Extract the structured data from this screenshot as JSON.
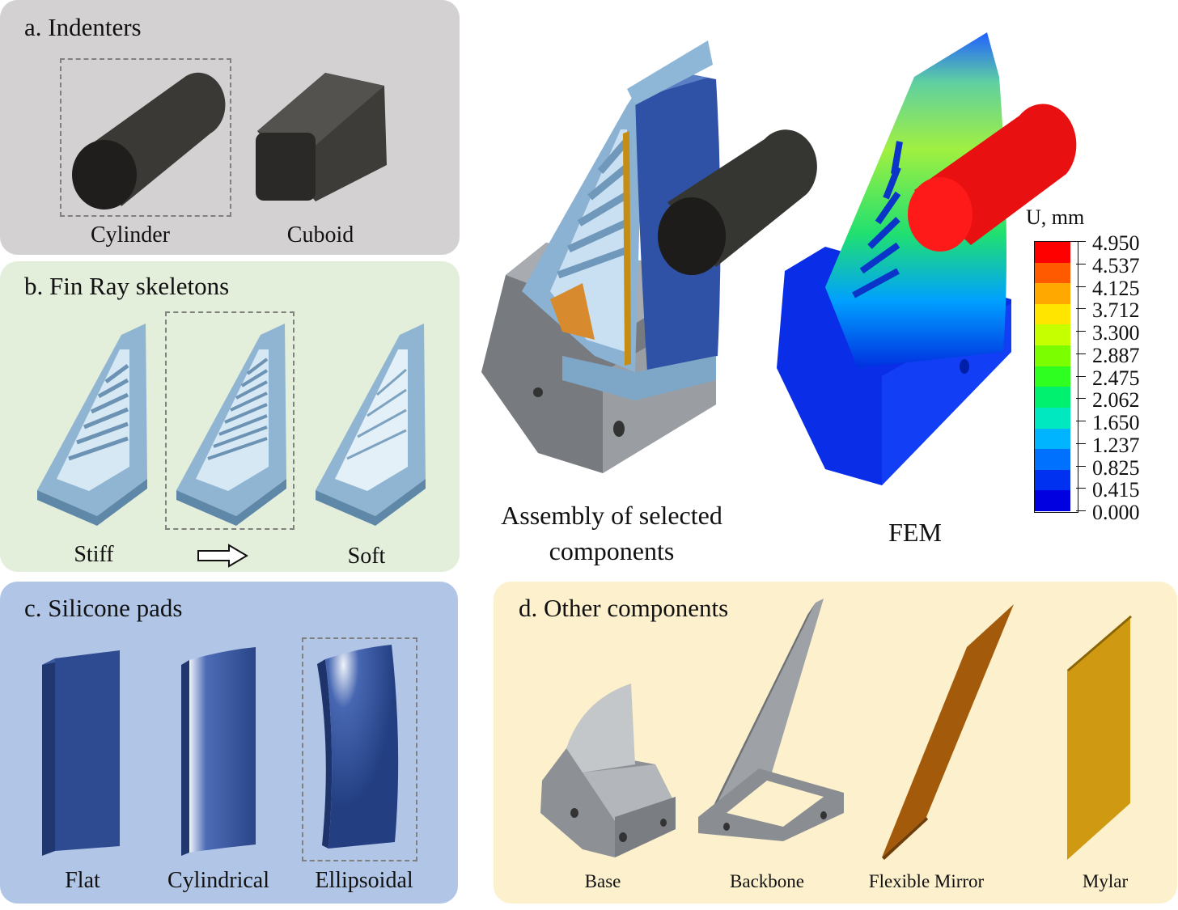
{
  "panels": {
    "a": {
      "title": "a. Indenters",
      "bg": "#d3d1d1",
      "items": [
        "Cylinder",
        "Cuboid"
      ]
    },
    "b": {
      "title": "b. Fin Ray skeletons",
      "bg": "#e3eedb",
      "items": [
        "Stiff",
        "Soft"
      ]
    },
    "c": {
      "title": "c. Silicone pads",
      "bg": "#b1c6e6",
      "items": [
        "Flat",
        "Cylindrical",
        "Ellipsoidal"
      ]
    },
    "d": {
      "title": "d. Other components",
      "bg": "#fdf0cd",
      "items": [
        "Base",
        "Backbone",
        "Flexible Mirror",
        "Mylar"
      ]
    }
  },
  "assembly": {
    "caption": "Assembly of selected components"
  },
  "fem": {
    "caption": "FEM",
    "legend_title": "U, mm",
    "ticks": [
      "4.950",
      "4.537",
      "4.125",
      "3.712",
      "3.300",
      "2.887",
      "2.475",
      "2.062",
      "1.650",
      "1.237",
      "0.825",
      "0.415",
      "0.000"
    ],
    "colors": [
      "#ff0000",
      "#ff5a00",
      "#ffa800",
      "#ffe500",
      "#c6ff00",
      "#7bff00",
      "#2eff20",
      "#00f070",
      "#00e8c0",
      "#00b4ff",
      "#0070ff",
      "#0030f0",
      "#0000e0"
    ]
  }
}
